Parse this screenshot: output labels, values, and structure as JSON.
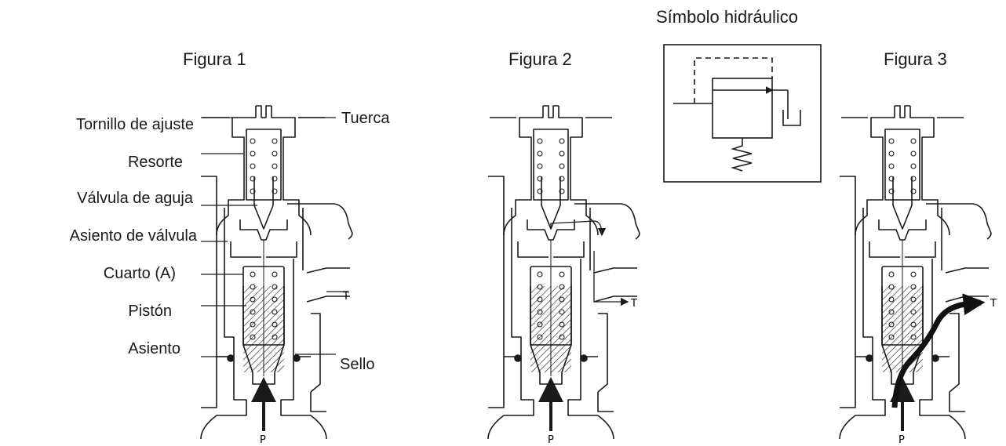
{
  "symbol_title": "Símbolo hidráulico",
  "figures": [
    {
      "title": "Figura 1",
      "inlet_label": "P",
      "outlet_label": "T"
    },
    {
      "title": "Figura 2",
      "inlet_label": "P",
      "outlet_label": "T"
    },
    {
      "title": "Figura 3",
      "inlet_label": "P",
      "outlet_label": "T"
    }
  ],
  "parts_left": [
    "Tornillo de ajuste",
    "Resorte",
    "Válvula de aguja",
    "Asiento de válvula",
    "Cuarto (A)",
    "Pistón",
    "Asiento"
  ],
  "parts_right": [
    "Tuerca",
    "Sello"
  ],
  "colors": {
    "line": "#1a1a1a",
    "flow": "#111111",
    "background": "#ffffff"
  }
}
